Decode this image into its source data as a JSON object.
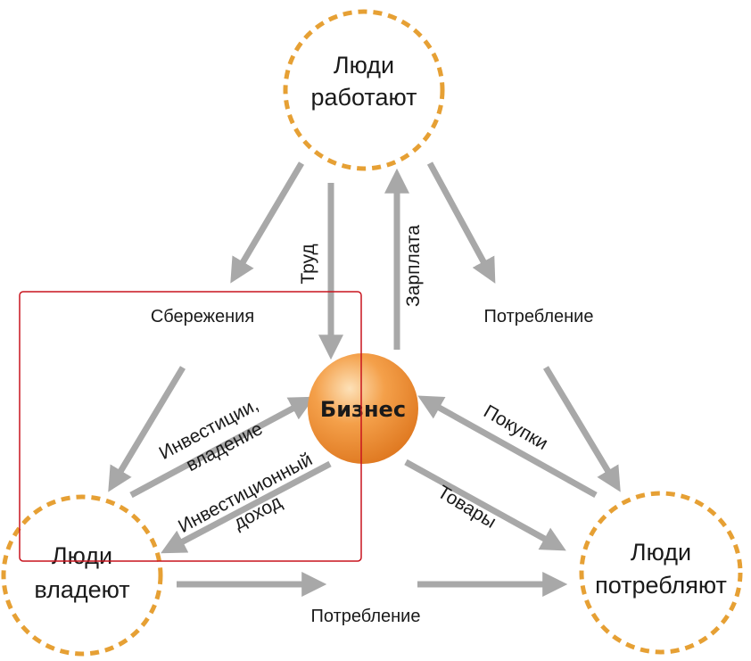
{
  "colors": {
    "node_border": "#e6a034",
    "arrow": "#a8a8a8",
    "center_light": "#fde1b8",
    "center_mid": "#f4a04a",
    "center_dark": "#e07a22",
    "highlight_box": "#c8141e"
  },
  "nodes": {
    "top": {
      "line1": "Люди",
      "line2": "работают"
    },
    "left": {
      "line1": "Люди",
      "line2": "владеют"
    },
    "right": {
      "line1": "Люди",
      "line2": "потребляют"
    },
    "center": "Бизнес"
  },
  "labels": {
    "savings": "Сбережения",
    "consumption_top": "Потребление",
    "consumption_bottom": "Потребление",
    "labor": "Труд",
    "salary": "Зарплата",
    "purchases": "Покупки",
    "goods": "Товары",
    "investment": {
      "line1": "Инвестиции,",
      "line2": "владение"
    },
    "investment_income": {
      "line1": "Инвестиционный",
      "line2": "доход"
    }
  }
}
